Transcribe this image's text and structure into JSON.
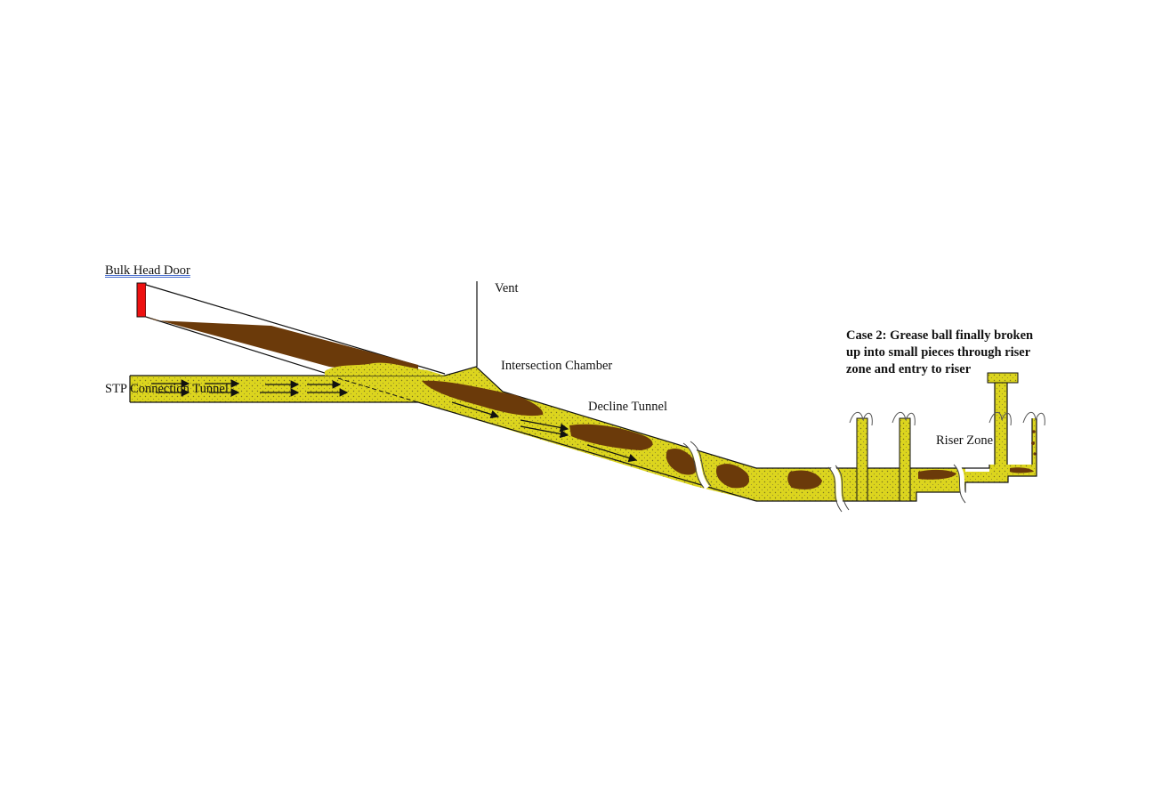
{
  "labels": {
    "bulk_head_door": "Bulk Head Door",
    "vent": "Vent",
    "intersection_chamber": "Intersection Chamber",
    "stp_connection_tunnel": "STP Connection Tunnel",
    "decline_tunnel": "Decline Tunnel",
    "riser_zone": "Riser Zone"
  },
  "case_note": {
    "lines": [
      "Case 2: Grease ball finally broken",
      "up into small pieces through riser",
      "zone and entry to riser"
    ]
  },
  "colors": {
    "tunnel_fill": "#dcd51e",
    "grease": "#6b3a0a",
    "door": "#ee1111",
    "outline": "#111111"
  }
}
